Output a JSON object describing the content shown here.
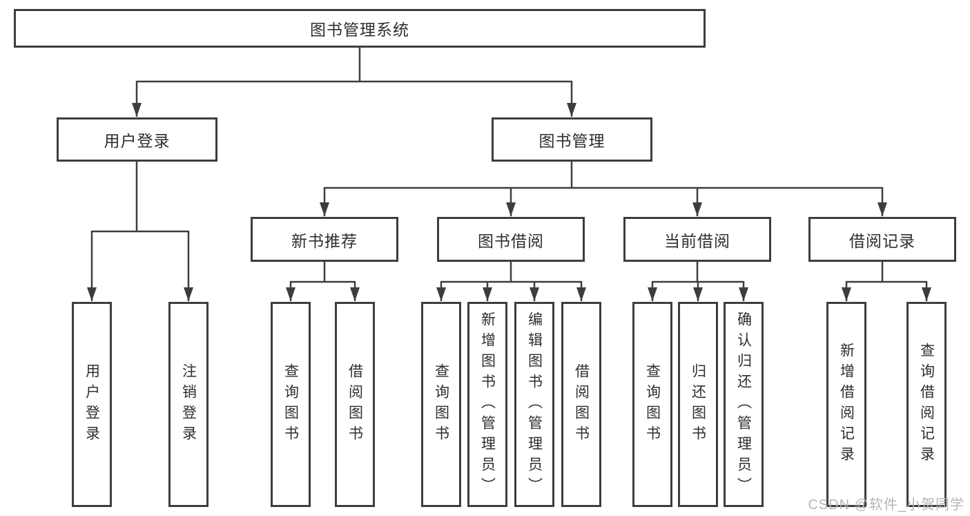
{
  "diagram": {
    "root": {
      "label": "图书管理系统"
    },
    "level2": [
      {
        "id": "user-login",
        "label": "用户登录"
      },
      {
        "id": "book-management",
        "label": "图书管理"
      }
    ],
    "level3": [
      {
        "id": "new-book-recommend",
        "label": "新书推荐",
        "parent": "图书管理"
      },
      {
        "id": "book-borrow",
        "label": "图书借阅",
        "parent": "图书管理"
      },
      {
        "id": "current-borrow",
        "label": "当前借阅",
        "parent": "图书管理"
      },
      {
        "id": "borrow-records",
        "label": "借阅记录",
        "parent": "图书管理"
      }
    ],
    "leaves": [
      {
        "id": "leaf-user-login",
        "label": "用户登录",
        "parent": "用户登录"
      },
      {
        "id": "leaf-logout",
        "label": "注销登录",
        "parent": "用户登录"
      },
      {
        "id": "leaf-query-books-recommend",
        "label": "查询图书",
        "parent": "新书推荐"
      },
      {
        "id": "leaf-borrow-books-recommend",
        "label": "借阅图书",
        "parent": "新书推荐"
      },
      {
        "id": "leaf-query-books-borrow",
        "label": "查询图书",
        "parent": "图书借阅"
      },
      {
        "id": "leaf-add-books-admin",
        "label": "新增图书（管理员）",
        "parent": "图书借阅"
      },
      {
        "id": "leaf-edit-books-admin",
        "label": "编辑图书（管理员）",
        "parent": "图书借阅"
      },
      {
        "id": "leaf-borrow-books",
        "label": "借阅图书",
        "parent": "图书借阅"
      },
      {
        "id": "leaf-query-books-current",
        "label": "查询图书",
        "parent": "当前借阅"
      },
      {
        "id": "leaf-return-books",
        "label": "归还图书",
        "parent": "当前借阅"
      },
      {
        "id": "leaf-confirm-return-admin",
        "label": "确认归还（管理员）",
        "parent": "当前借阅"
      },
      {
        "id": "leaf-add-borrow-record",
        "label": "新增借阅记录",
        "parent": "借阅记录"
      },
      {
        "id": "leaf-query-borrow-record",
        "label": "查询借阅记录",
        "parent": "借阅记录"
      }
    ]
  },
  "watermark": {
    "text": "CSDN @软件_小贺同学"
  },
  "colors": {
    "line": "#3d3d3d",
    "box_border": "#3d3d3d",
    "box_background": "#ffffff",
    "text": "#2e2e2e",
    "watermark": "#b5b5b5",
    "page_background": "#ffffff"
  }
}
